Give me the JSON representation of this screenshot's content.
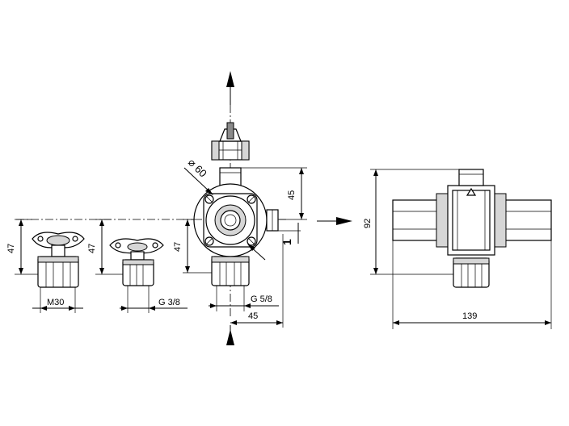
{
  "labels": {
    "m30": "M30",
    "g38": "G 3/8",
    "g58": "G 5/8",
    "dim45_bottom": "45",
    "dim45_vertical": "45",
    "dim47_a": "47",
    "dim47_b": "47",
    "dim47_c": "47",
    "dia60": "⌀ 60",
    "num1": "1",
    "dim92": "92",
    "dim139": "139"
  },
  "colors": {
    "line": "#000000",
    "shade": "#d6d6d6",
    "dark": "#8a8a8a"
  }
}
